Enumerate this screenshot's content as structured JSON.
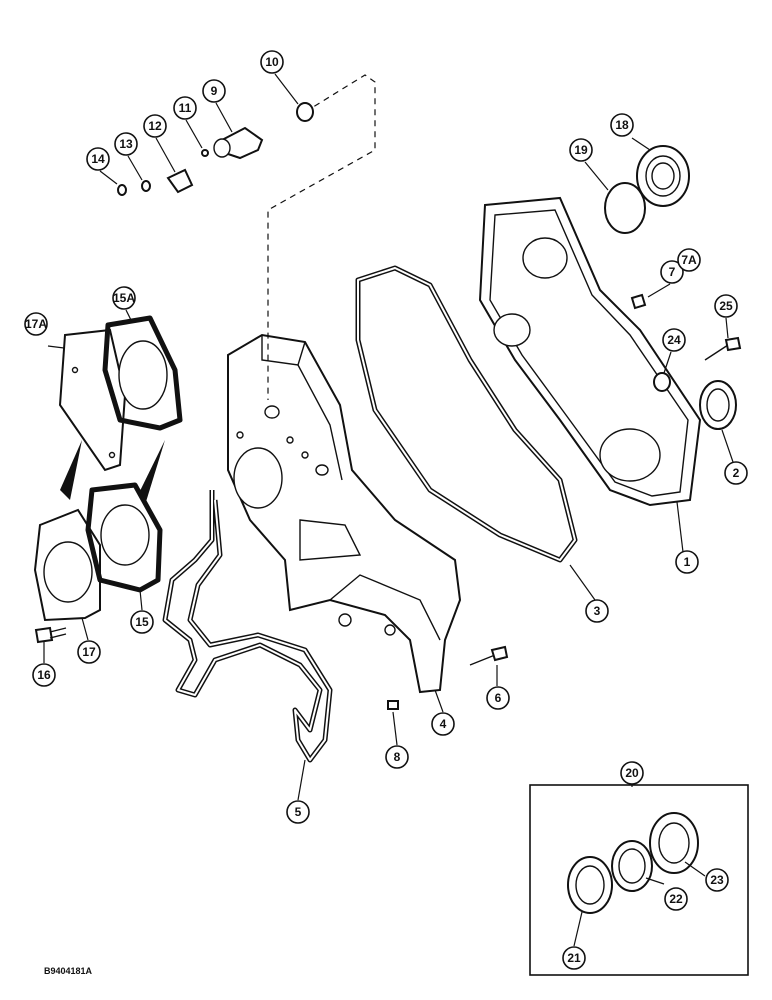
{
  "figure_code": "B9404181A",
  "callouts": [
    {
      "id": "c1",
      "label": "1"
    },
    {
      "id": "c2",
      "label": "2"
    },
    {
      "id": "c3",
      "label": "3"
    },
    {
      "id": "c4",
      "label": "4"
    },
    {
      "id": "c5",
      "label": "5"
    },
    {
      "id": "c6",
      "label": "6"
    },
    {
      "id": "c7",
      "label": "7"
    },
    {
      "id": "c7a",
      "label": "7A"
    },
    {
      "id": "c8",
      "label": "8"
    },
    {
      "id": "c9",
      "label": "9"
    },
    {
      "id": "c10",
      "label": "10"
    },
    {
      "id": "c11",
      "label": "11"
    },
    {
      "id": "c12",
      "label": "12"
    },
    {
      "id": "c13",
      "label": "13"
    },
    {
      "id": "c14",
      "label": "14"
    },
    {
      "id": "c15",
      "label": "15"
    },
    {
      "id": "c15a",
      "label": "15A"
    },
    {
      "id": "c16",
      "label": "16"
    },
    {
      "id": "c17",
      "label": "17"
    },
    {
      "id": "c17a",
      "label": "17A"
    },
    {
      "id": "c18",
      "label": "18"
    },
    {
      "id": "c19",
      "label": "19"
    },
    {
      "id": "c20",
      "label": "20"
    },
    {
      "id": "c21",
      "label": "21"
    },
    {
      "id": "c22",
      "label": "22"
    },
    {
      "id": "c23",
      "label": "23"
    },
    {
      "id": "c24",
      "label": "24"
    },
    {
      "id": "c25",
      "label": "25"
    }
  ]
}
